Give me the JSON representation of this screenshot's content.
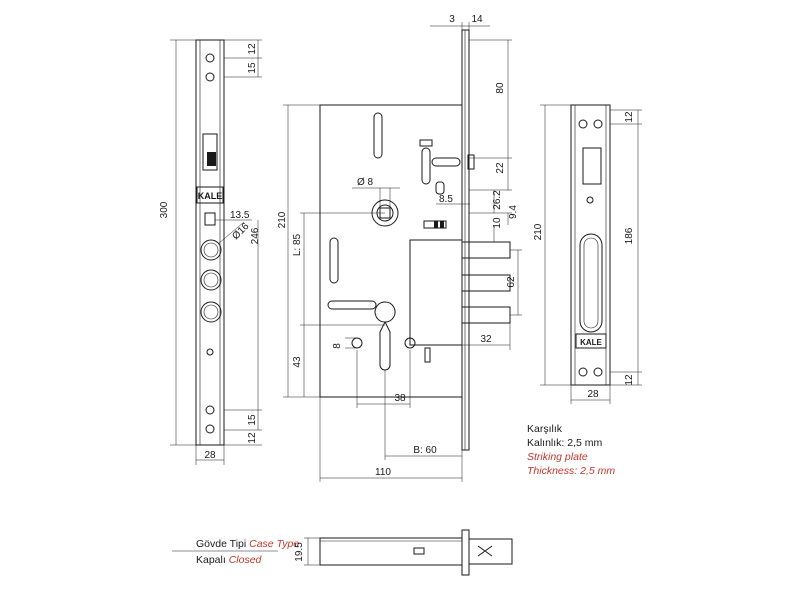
{
  "faceplate": {
    "height": "300",
    "width": "28",
    "dims_right": [
      "12",
      "15",
      "13.5",
      "246",
      "15",
      "12"
    ],
    "hole_label": "Ø16",
    "logo": "KALE"
  },
  "body": {
    "top_dims": [
      "3",
      "14"
    ],
    "right_dims": [
      "80",
      "22",
      "26.2",
      "9.4",
      "10",
      "62",
      "32"
    ],
    "left_dims": [
      "210",
      "L: 85",
      "43"
    ],
    "bottom_dims": [
      "110",
      "B: 60",
      "38",
      "8"
    ],
    "labels": [
      "Ø 8",
      "8.5"
    ]
  },
  "strike": {
    "height": "210",
    "width": "28",
    "dims_right": [
      "12",
      "186",
      "12"
    ],
    "logo": "KALE"
  },
  "notes": {
    "tr_title": "Karşılık",
    "tr_thickness": "Kalınlık: 2,5 mm",
    "en_title": "Striking plate",
    "en_thickness": "Thickness: 2,5 mm"
  },
  "section": {
    "case_label_tr": "Gövde Tipi",
    "case_label_en": "Case Type",
    "closed_tr": "Kapalı",
    "closed_en": "Closed",
    "depth": "19.5"
  },
  "colors": {
    "line": "#1a1a1a",
    "accent": "#c0392b"
  }
}
